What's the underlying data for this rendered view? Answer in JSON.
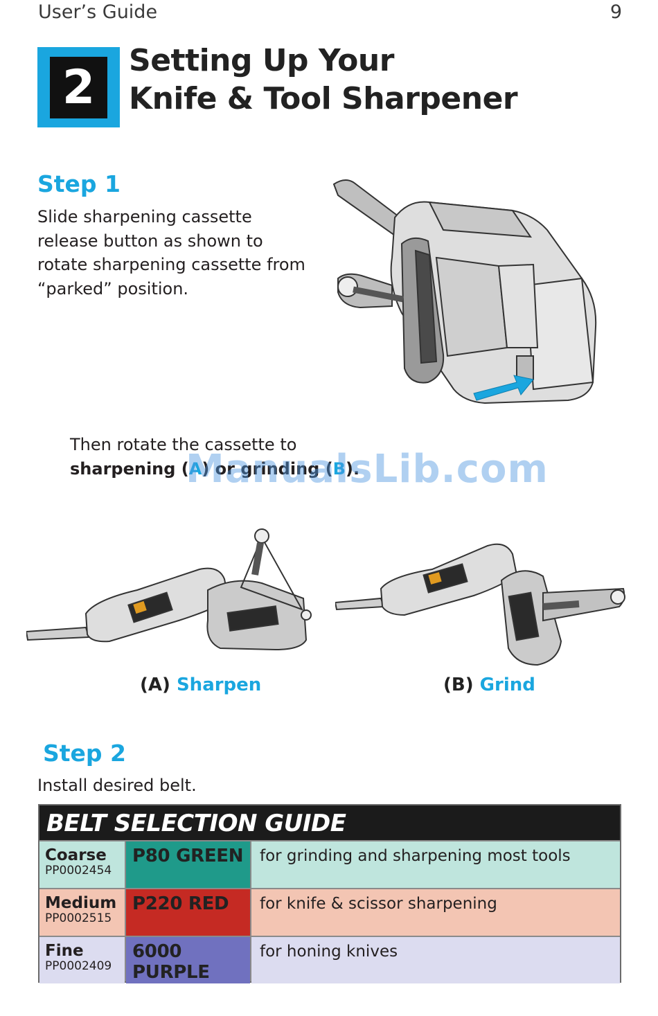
{
  "header": {
    "left": "User’s Guide",
    "page_number": "9"
  },
  "chapter": {
    "number": "2",
    "title_line1": "Setting Up Your",
    "title_line2": "Knife & Tool Sharpener"
  },
  "step1": {
    "heading": "Step 1",
    "text_lines": [
      "Slide sharpening cassette",
      "release button as shown to",
      "rotate sharpening cassette from",
      "“parked” position."
    ]
  },
  "rotate": {
    "line1": "Then rotate the cassette to",
    "line2_prefix": "sharpening (",
    "line2_a": "A",
    "line2_mid": ") or grinding (",
    "line2_b": "B",
    "line2_suffix": ")."
  },
  "watermark": "ManualsLib.com",
  "captions": {
    "a_label": "(A)",
    "a_text": "Sharpen",
    "b_label": "(B)",
    "b_text": "Grind"
  },
  "step2": {
    "heading": "Step 2",
    "text": "Install desired belt."
  },
  "belt_guide": {
    "title": "BELT SELECTION GUIDE",
    "rows": [
      {
        "grade": "Coarse",
        "part": "PP0002454",
        "belt": "P80 GREEN",
        "use": "for grinding and sharpening most tools",
        "grade_bg": "#bfe5dd",
        "belt_bg": "#1f9a8a",
        "use_bg": "#bfe5dd"
      },
      {
        "grade": "Medium",
        "part": "PP0002515",
        "belt": "P220 RED",
        "use": "for knife & scissor sharpening",
        "grade_bg": "#f3c5b3",
        "belt_bg": "#c52a23",
        "use_bg": "#f3c5b3"
      },
      {
        "grade": "Fine",
        "part": "PP0002409",
        "belt": "6000 PURPLE",
        "use": "for honing knives",
        "grade_bg": "#dcdcf0",
        "belt_bg": "#7071bf",
        "use_bg": "#dcdcf0"
      }
    ]
  },
  "colors": {
    "accent_blue": "#1aa6df",
    "text": "#231f20"
  },
  "icons": {
    "arrow": "release-arrow-icon",
    "logo": "work-sharp-logo-icon"
  }
}
